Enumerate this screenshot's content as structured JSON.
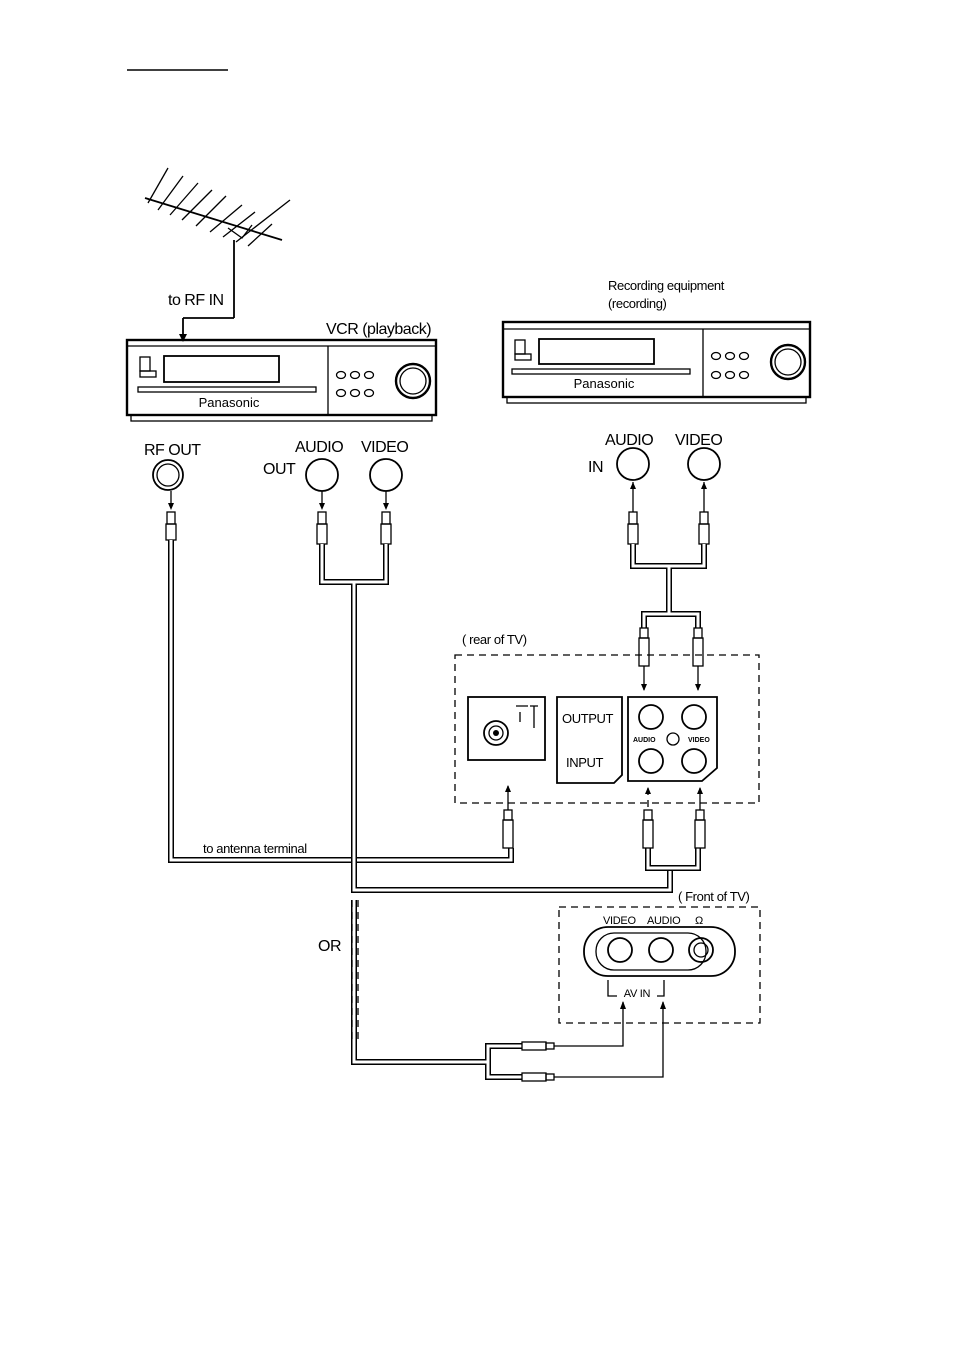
{
  "labels": {
    "to_rf_in": "to RF IN",
    "vcr_playback": "VCR (playback)",
    "recording_equipment_line1": "Recording equipment",
    "recording_equipment_line2": "(recording)",
    "rf_out": "RF OUT",
    "vcr_audio": "AUDIO",
    "vcr_video": "VIDEO",
    "vcr_out": "OUT",
    "rec_audio": "AUDIO",
    "rec_video": "VIDEO",
    "rec_in": "IN",
    "rear_of_tv": "( rear of TV)",
    "output": "OUTPUT",
    "input": "INPUT",
    "panel_audio": "AUDIO",
    "panel_video": "VIDEO",
    "to_antenna_terminal": "to antenna terminal",
    "front_of_tv": "( Front of TV)",
    "front_video": "VIDEO",
    "front_audio": "AUDIO",
    "headphone_symbol": "Ω",
    "or": "OR",
    "av_in": "AV IN"
  },
  "vcr": {
    "brand": "Panasonic"
  },
  "recorder": {
    "brand": "Panasonic"
  },
  "icons": [
    "antenna-icon",
    "vcr-device",
    "recorder-device",
    "rf-jack",
    "av-jack",
    "rca-plug",
    "headphone-symbol"
  ]
}
